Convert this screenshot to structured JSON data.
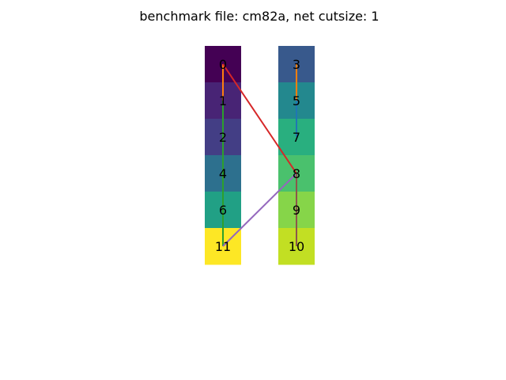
{
  "title": "benchmark file: cm82a, net cutsize: 1",
  "partitions": [
    {
      "nodes": [
        {
          "label": "0",
          "color": "#440154"
        },
        {
          "label": "1",
          "color": "#482475"
        },
        {
          "label": "2",
          "color": "#433e85"
        },
        {
          "label": "4",
          "color": "#2d708e"
        },
        {
          "label": "6",
          "color": "#21a085"
        },
        {
          "label": "11",
          "color": "#fde725"
        }
      ]
    },
    {
      "nodes": [
        {
          "label": "3",
          "color": "#38598c"
        },
        {
          "label": "5",
          "color": "#23888e"
        },
        {
          "label": "7",
          "color": "#29af7f"
        },
        {
          "label": "8",
          "color": "#4ac16d"
        },
        {
          "label": "9",
          "color": "#86d549"
        },
        {
          "label": "10",
          "color": "#c2df23"
        }
      ]
    }
  ],
  "nets": [
    {
      "from": "0",
      "to": "1",
      "color": "#ff7f0e"
    },
    {
      "from": "1",
      "to": "11",
      "color": "#2ca02c"
    },
    {
      "from": "0",
      "to": "8",
      "color": "#d62728"
    },
    {
      "from": "11",
      "to": "8",
      "color": "#9467bd"
    },
    {
      "from": "3",
      "to": "5",
      "color": "#ff7f0e"
    },
    {
      "from": "5",
      "to": "7",
      "color": "#1f77b4"
    },
    {
      "from": "8",
      "to": "10",
      "color": "#8c564b"
    }
  ]
}
